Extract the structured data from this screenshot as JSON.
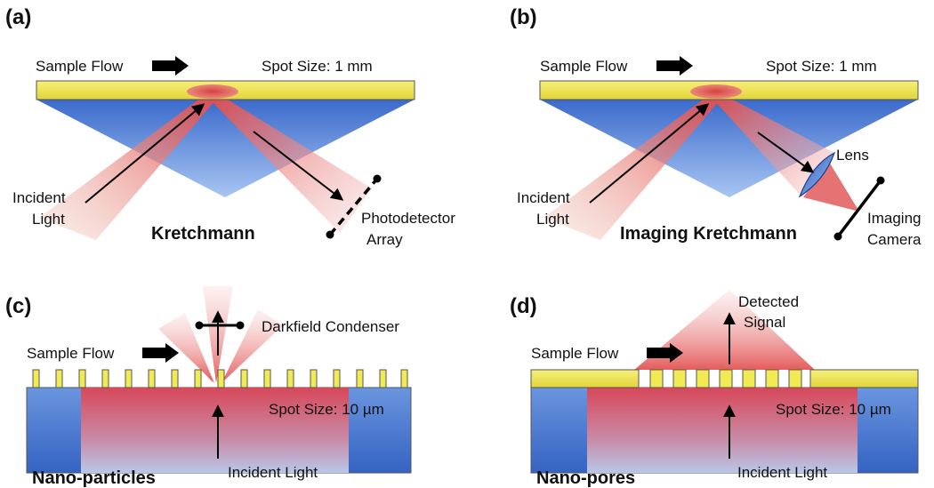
{
  "colors": {
    "gold": "#f2ea52",
    "prism_blue": "#3d6fd0",
    "light_red": "#e87070",
    "black": "#000000"
  },
  "panel_a": {
    "label": "(a)",
    "sample_flow": "Sample Flow",
    "spot_size": "Spot Size: 1 mm",
    "incident_1": "Incident",
    "incident_2": "Light",
    "title": "Kretchmann",
    "detector_1": "Photodetector",
    "detector_2": "Array"
  },
  "panel_b": {
    "label": "(b)",
    "sample_flow": "Sample Flow",
    "spot_size": "Spot Size: 1 mm",
    "incident_1": "Incident",
    "incident_2": "Light",
    "title": "Imaging Kretchmann",
    "lens": "Lens",
    "camera_1": "Imaging",
    "camera_2": "Camera"
  },
  "panel_c": {
    "label": "(c)",
    "condenser": "Darkfield Condenser",
    "sample_flow": "Sample Flow",
    "spot_size": "Spot Size: 10 µm",
    "incident": "Incident Light",
    "title": "Nano-particles"
  },
  "panel_d": {
    "label": "(d)",
    "detected_1": "Detected",
    "detected_2": "Signal",
    "sample_flow": "Sample Flow",
    "spot_size": "Spot Size: 10 µm",
    "incident": "Incident Light",
    "title": "Nano-pores"
  }
}
